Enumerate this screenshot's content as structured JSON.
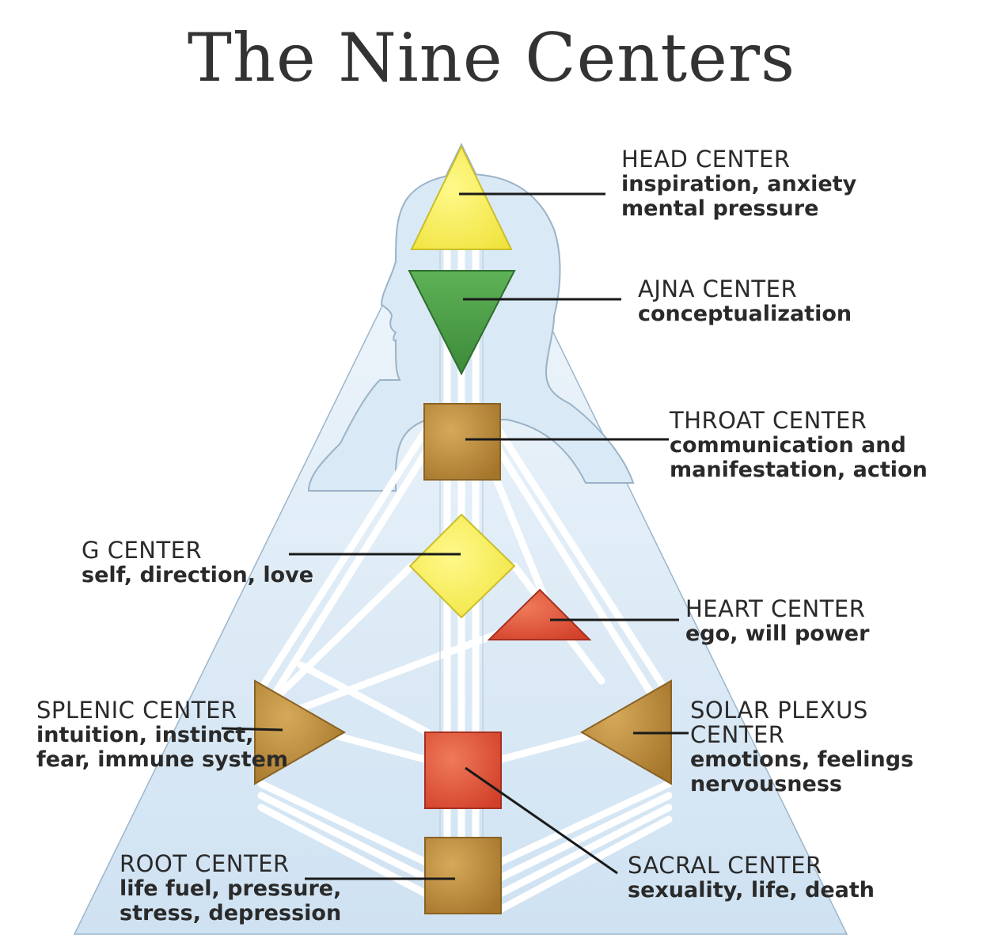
{
  "title": "The Nine Centers",
  "centers": {
    "head": {
      "name": "HEAD CENTER",
      "desc1": "inspiration, anxiety",
      "desc2": "mental pressure",
      "color": "#f7ef4a"
    },
    "ajna": {
      "name": "AJNA CENTER",
      "desc1": "conceptualization",
      "color": "#4ea14a"
    },
    "throat": {
      "name": "THROAT CENTER",
      "desc1": "communication and",
      "desc2": "manifestation, action",
      "color": "#b98a3a"
    },
    "g": {
      "name": "G CENTER",
      "desc1": "self, direction, love",
      "color": "#f6ef52"
    },
    "heart": {
      "name": "HEART CENTER",
      "desc1": "ego, will power",
      "color": "#e2553a"
    },
    "splenic": {
      "name": "SPLENIC CENTER",
      "desc1": "intuition, instinct,",
      "desc2": "fear, immune system",
      "color": "#b98a3a"
    },
    "solar": {
      "name": "SOLAR PLEXUS",
      "name2": "CENTER",
      "desc1": "emotions, feelings",
      "desc2": "nervousness",
      "color": "#b98a3a"
    },
    "sacral": {
      "name": "SACRAL CENTER",
      "desc1": "sexuality, life, death",
      "color": "#e2553a"
    },
    "root": {
      "name": "ROOT CENTER",
      "desc1": "life fuel, pressure,",
      "desc2": "stress, depression",
      "color": "#b98a3a"
    }
  }
}
